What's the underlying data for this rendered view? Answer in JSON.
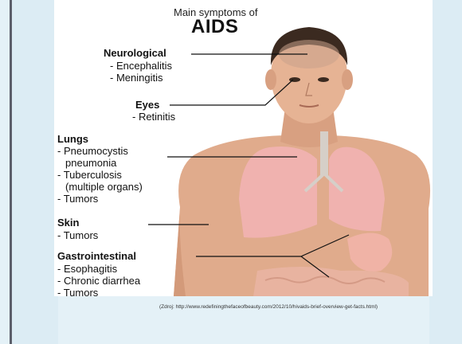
{
  "title": {
    "line1": "Main symptoms of",
    "line2": "AIDS"
  },
  "groups": {
    "neurological": {
      "heading": "Neurological",
      "items": [
        "- Encephalitis",
        "- Meningitis"
      ]
    },
    "eyes": {
      "heading": "Eyes",
      "items": [
        "- Retinitis"
      ]
    },
    "lungs": {
      "heading": "Lungs",
      "items": [
        "- Pneumocystis",
        "pneumonia",
        "- Tuberculosis",
        "(multiple organs)",
        "- Tumors"
      ]
    },
    "skin": {
      "heading": "Skin",
      "items": [
        "- Tumors"
      ]
    },
    "gastro": {
      "heading": "Gastrointestinal",
      "items": [
        "- Esophagitis",
        "- Chronic diarrhea",
        "- Tumors"
      ]
    }
  },
  "caption": "(Zdroj: http://www.redefiningthefaceofbeauty.com/2012/10/hivaids-brief-overview-get-facts.html)",
  "colors": {
    "background": "#e4f1f7",
    "skin": "#e0ab8c",
    "lungs": "#f2b3b3",
    "hair": "#3b2a20"
  }
}
